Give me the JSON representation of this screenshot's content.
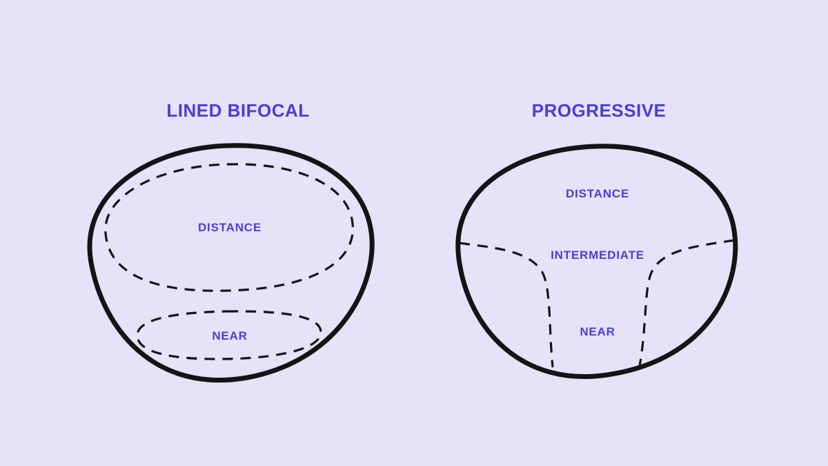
{
  "diagram": {
    "left_lens": {
      "title": "LINED BIFOCAL",
      "regions": {
        "distance": "DISTANCE",
        "near": "NEAR"
      }
    },
    "right_lens": {
      "title": "PROGRESSIVE",
      "regions": {
        "distance": "DISTANCE",
        "intermediate": "INTERMEDIATE",
        "near": "NEAR"
      }
    },
    "colors": {
      "background": "#e4e3f9",
      "label": "#4a3ed2",
      "outline": "#141414"
    }
  }
}
